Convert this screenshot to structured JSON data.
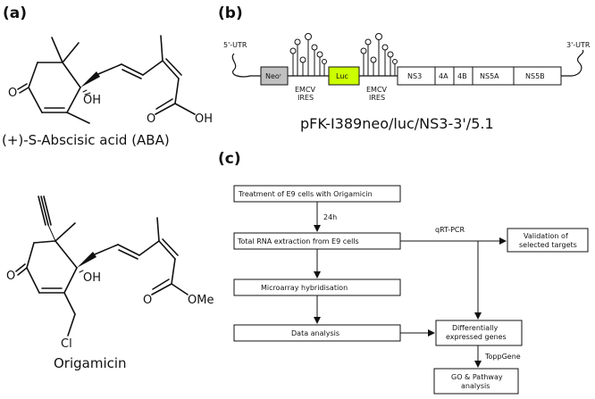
{
  "panels": {
    "a": "(a)",
    "b": "(b)",
    "c": "(c)"
  },
  "molecule_aba": {
    "name": "(+)-S-Abscisic acid (ABA)",
    "atoms": {
      "oh": "OH",
      "o_ketone": "O",
      "o_acid1": "O",
      "oh_acid": "OH"
    }
  },
  "molecule_origamicin": {
    "name": "Origamicin",
    "atoms": {
      "oh": "OH",
      "o_ketone": "O",
      "o_ester1": "O",
      "ome": "OMe",
      "cl": "Cl"
    }
  },
  "construct": {
    "utr5": "5'-UTR",
    "utr3": "3'-UTR",
    "neo": "Neoʳ",
    "luc": "Luc",
    "emcv1": "EMCV",
    "ires1": "IRES",
    "emcv2": "EMCV",
    "ires2": "IRES",
    "genes": [
      "NS3",
      "4A",
      "4B",
      "NS5A",
      "NS5B"
    ],
    "name": "pFK-I389neo/luc/NS3-3'/5.1",
    "colors": {
      "neo": "#c0c0c0",
      "luc": "#ccff00"
    }
  },
  "flowchart": {
    "step1": "Treatment of E9 cells with Origamicin",
    "time": "24h",
    "step2": "Total RNA extraction from E9 cells",
    "step3": "Microarray hybridisation",
    "step4": "Data analysis",
    "qrt": "qRT-PCR",
    "validation_line1": "Validation of",
    "validation_line2": "selected targets",
    "deg_line1": "Differentially",
    "deg_line2": "expressed genes",
    "toppgene": "ToppGene",
    "go_line1": "GO & Pathway",
    "go_line2": "analysis"
  }
}
